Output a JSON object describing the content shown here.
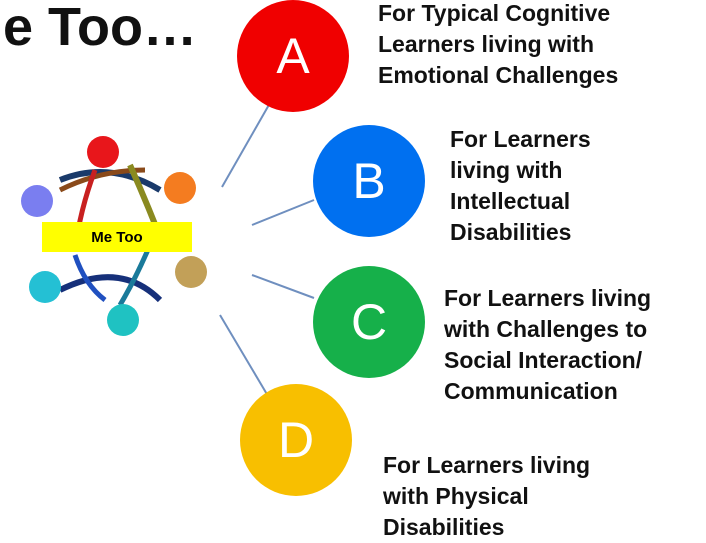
{
  "title": "e Too…",
  "logo": {
    "label": "Me Too",
    "colors": [
      "#e8161b",
      "#f47c20",
      "#c2a058",
      "#1fc2c2",
      "#24c0d4",
      "#7a7ef0"
    ]
  },
  "options": [
    {
      "letter": "A",
      "color": "#f00000",
      "lines": [
        "For Typical Cognitive",
        "Learners living with",
        "Emotional Challenges"
      ]
    },
    {
      "letter": "B",
      "color": "#0070f0",
      "lines": [
        "For Learners",
        "living with",
        "Intellectual",
        "Disabilities"
      ]
    },
    {
      "letter": "C",
      "color": "#16b04a",
      "lines": [
        "For Learners living",
        "with Challenges to",
        "Social Interaction/",
        "Communication"
      ]
    },
    {
      "letter": "D",
      "color": "#f8bf00",
      "lines": [
        "For Learners living",
        "with Physical",
        "Disabilities"
      ]
    }
  ],
  "connector_color": "#6f8fbf"
}
